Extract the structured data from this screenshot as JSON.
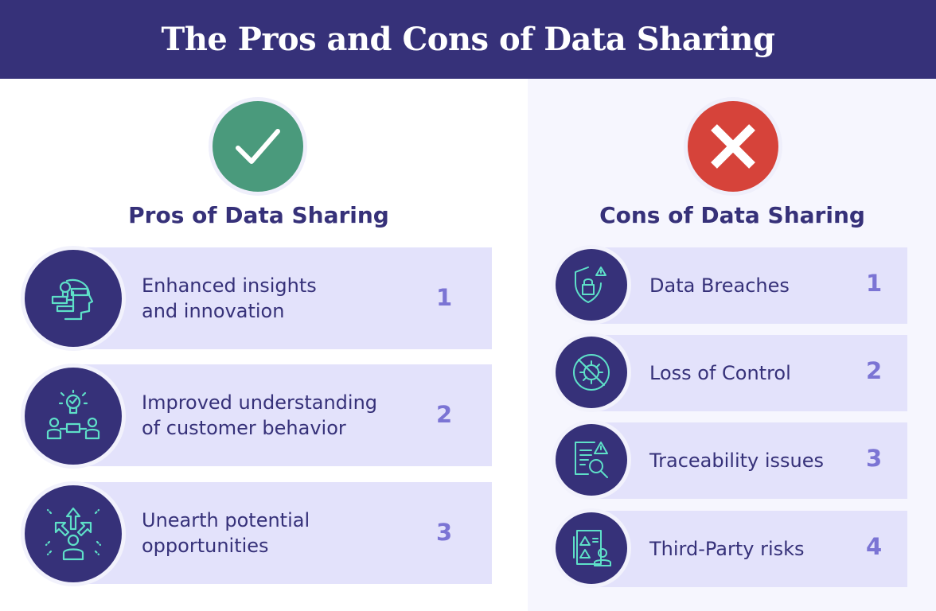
{
  "header": {
    "title": "The Pros and Cons of Data Sharing"
  },
  "pros": {
    "title": "Pros of Data Sharing",
    "badge_icon": "checkmark-icon",
    "badge_color": "#4a9a7c",
    "items": [
      {
        "line1": "Enhanced insights",
        "line2": "and innovation",
        "number": "1",
        "icon": "brain-idea-icon"
      },
      {
        "line1": "Improved understanding",
        "line2": "of customer behavior",
        "number": "2",
        "icon": "people-lightbulb-icon"
      },
      {
        "line1": "Unearth potential",
        "line2": "opportunities",
        "number": "3",
        "icon": "person-arrows-icon"
      }
    ]
  },
  "cons": {
    "title": "Cons of Data Sharing",
    "badge_icon": "cross-icon",
    "badge_color": "#d6433a",
    "items": [
      {
        "label": "Data Breaches",
        "number": "1",
        "icon": "shield-lock-alert-icon"
      },
      {
        "label": "Loss of Control",
        "number": "2",
        "icon": "virus-blocked-icon"
      },
      {
        "label": "Traceability issues",
        "number": "3",
        "icon": "document-search-alert-icon"
      },
      {
        "label": "Third-Party risks",
        "number": "4",
        "icon": "person-warning-icon"
      }
    ]
  },
  "colors": {
    "header_bg": "#363179",
    "card_bg": "#e3e2fb",
    "number": "#7b74d4",
    "icon_line": "#5ee0c8"
  }
}
